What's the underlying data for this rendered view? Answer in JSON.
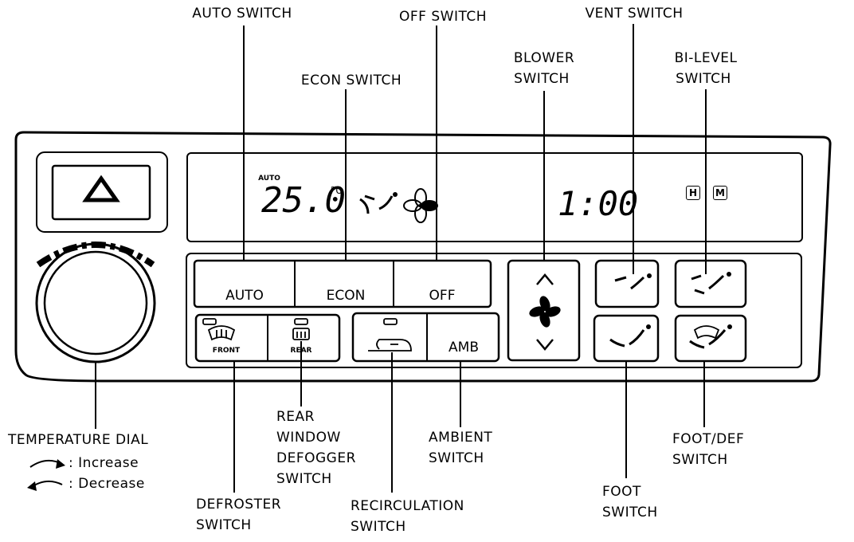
{
  "display": {
    "auto_indicator": "AUTO",
    "temperature": "25.0",
    "temp_unit": "°C",
    "clock": "1:00",
    "hour_button": "H",
    "minute_button": "M"
  },
  "buttons": {
    "auto": "AUTO",
    "econ": "ECON",
    "off": "OFF",
    "amb": "AMB",
    "front": "FRONT",
    "rear": "REAR"
  },
  "callouts": {
    "auto_switch": "AUTO SWITCH",
    "off_switch": "OFF SWITCH",
    "vent_switch": "VENT SWITCH",
    "econ_switch": "ECON SWITCH",
    "blower_switch": [
      "BLOWER",
      "SWITCH"
    ],
    "bilevel_switch": [
      "BI-LEVEL",
      "SWITCH"
    ],
    "temperature_dial": "TEMPERATURE DIAL",
    "increase": ": Increase",
    "decrease": ": Decrease",
    "rear_window_defogger": [
      "REAR",
      "WINDOW",
      "DEFOGGER",
      "SWITCH"
    ],
    "defroster_switch": [
      "DEFROSTER",
      "SWITCH"
    ],
    "recirculation_switch": [
      "RECIRCULATION",
      "SWITCH"
    ],
    "ambient_switch": [
      "AMBIENT",
      "SWITCH"
    ],
    "foot_switch": [
      "FOOT",
      "SWITCH"
    ],
    "footdef_switch": [
      "FOOT/DEF",
      "SWITCH"
    ]
  }
}
